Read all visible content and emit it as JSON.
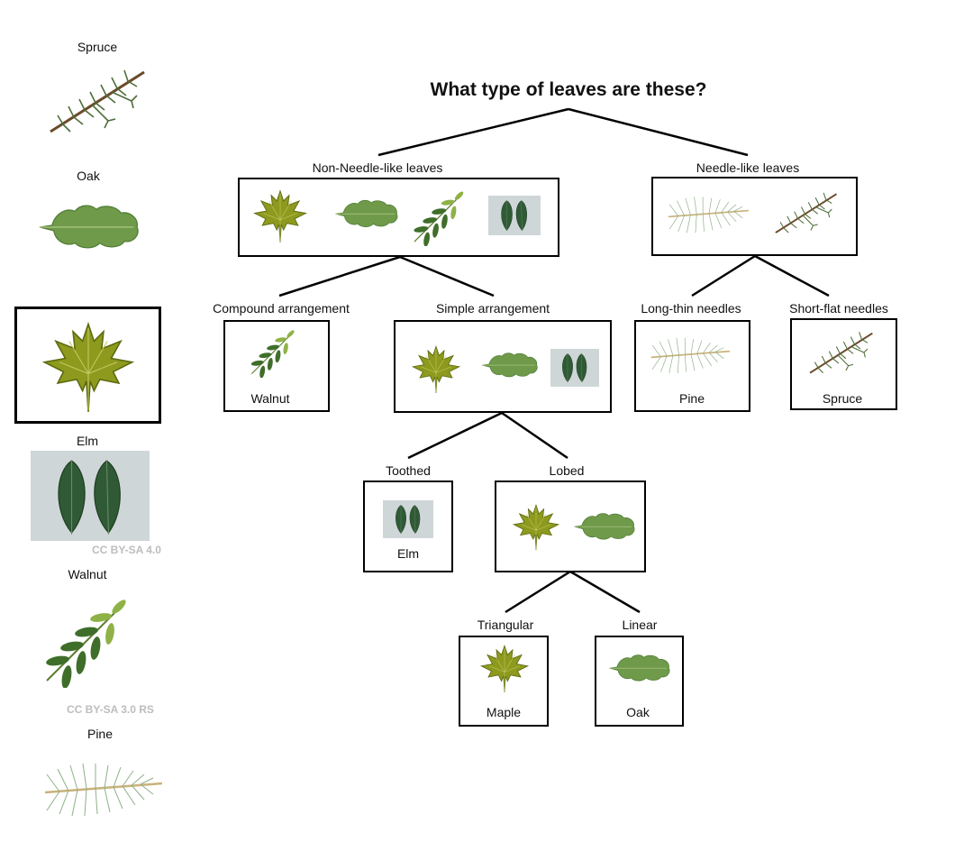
{
  "title": "What type of leaves are these?",
  "sidebar": {
    "items": [
      {
        "label": "Spruce"
      },
      {
        "label": "Oak"
      },
      {
        "label": ""
      },
      {
        "label": "Elm",
        "license": "CC BY-SA 4.0"
      },
      {
        "label": "Walnut",
        "license": "CC BY-SA 3.0 RS"
      },
      {
        "label": "Pine"
      }
    ]
  },
  "tree": {
    "non_needle": {
      "label": "Non-Needle-like leaves"
    },
    "needle": {
      "label": "Needle-like leaves"
    },
    "compound": {
      "label": "Compound arrangement",
      "caption": "Walnut"
    },
    "simple": {
      "label": "Simple arrangement"
    },
    "long_thin": {
      "label": "Long-thin needles",
      "caption": "Pine"
    },
    "short_flat": {
      "label": "Short-flat needles",
      "caption": "Spruce"
    },
    "toothed": {
      "label": "Toothed",
      "caption": "Elm"
    },
    "lobed": {
      "label": "Lobed"
    },
    "triangular": {
      "label": "Triangular",
      "caption": "Maple"
    },
    "linear": {
      "label": "Linear",
      "caption": "Oak"
    }
  },
  "colors": {
    "maple": "#8d9a1e",
    "oak": "#6f9a4a",
    "walnut": "#3f6e2a",
    "elm": "#2f5a35",
    "needle": "#4e6e3a",
    "pine": "#8fb08a",
    "line": "#000000"
  }
}
